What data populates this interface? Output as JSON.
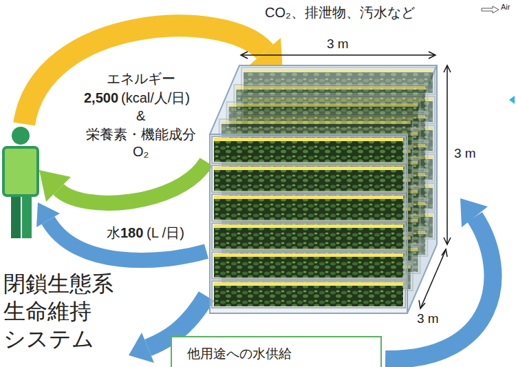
{
  "diagram": {
    "nodes": [
      {
        "text": [
          "他用途への水供給"
        ]
      }
    ],
    "labels": [
      "CO₂、排泄物、汚水など",
      "Air",
      "エネルギー",
      "2,500",
      "(kcal/人/日)",
      "&",
      "栄養素・機能成分",
      "O₂",
      "水",
      "180",
      "(L /日)",
      "3 m",
      "3 m",
      "3 m",
      "閉鎖生態系 生命維持 システム"
    ]
  }
}
